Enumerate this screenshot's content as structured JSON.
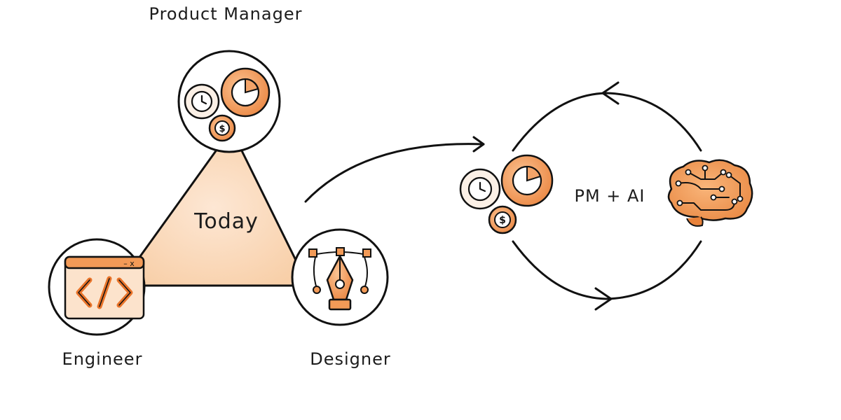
{
  "diagram": {
    "roles": {
      "product_manager": "Product Manager",
      "engineer": "Engineer",
      "designer": "Designer"
    },
    "triangle_label": "Today",
    "loop_label": "PM + AI",
    "icon_glyphs": {
      "clock": "",
      "dollar": "$",
      "code": "</>",
      "window_controls": "– x"
    }
  },
  "colors": {
    "orange_dark": "#e8823a",
    "orange_mid": "#f2a062",
    "orange_light": "#fad7b8",
    "peach_fill": "#fbdcc0",
    "cream": "#fbf3ea",
    "ink": "#111111"
  }
}
